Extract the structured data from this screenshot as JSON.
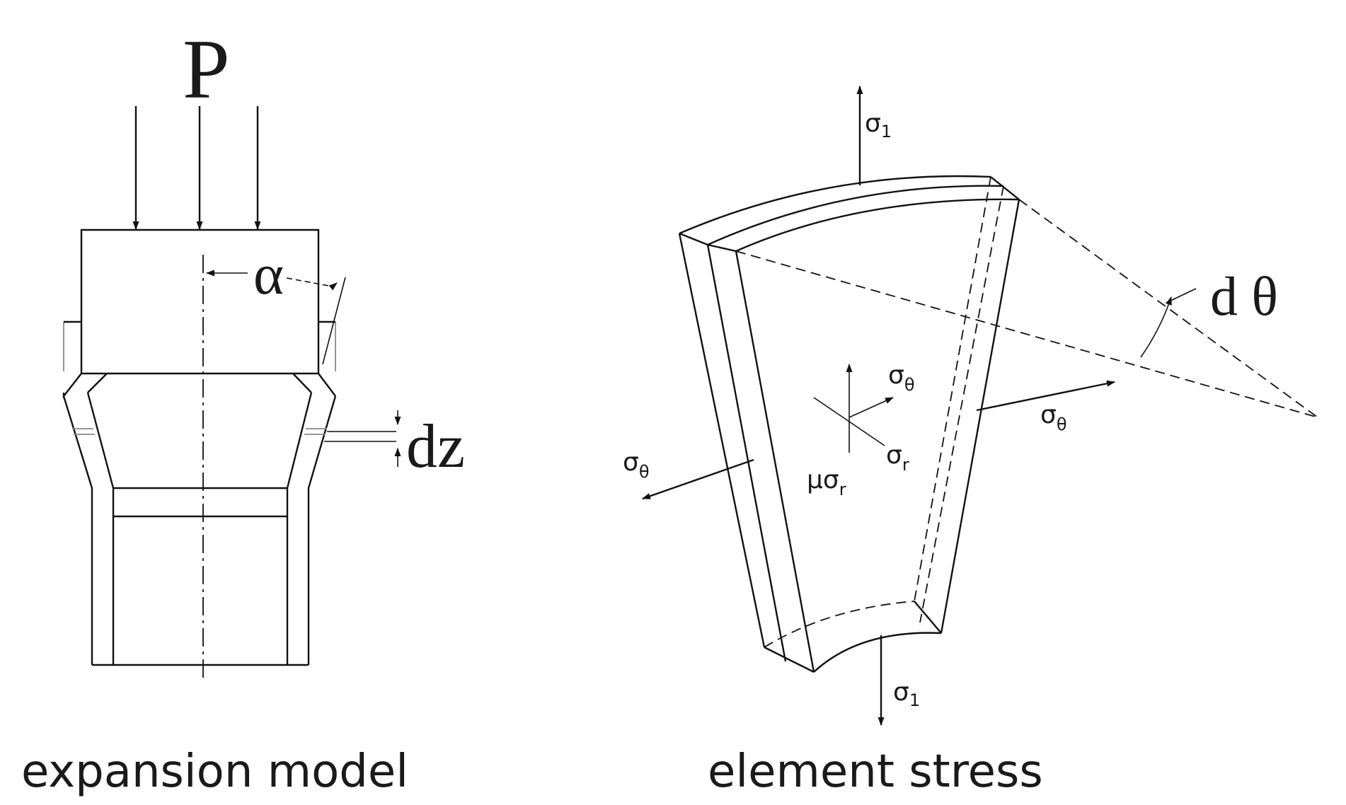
{
  "left_panel": {
    "load_label": "P",
    "angle_label": "α",
    "increment_label": "dz",
    "caption": "expansion model"
  },
  "right_panel": {
    "angle_label": "d θ",
    "caption": "element stress",
    "stresses": {
      "axial_symbol": "σ",
      "axial_subscript": "1",
      "hoop_symbol": "σ",
      "hoop_subscript": "θ",
      "radial_symbol": "σ",
      "radial_subscript": "r",
      "friction_prefix": "μσ",
      "friction_subscript": "r"
    }
  }
}
